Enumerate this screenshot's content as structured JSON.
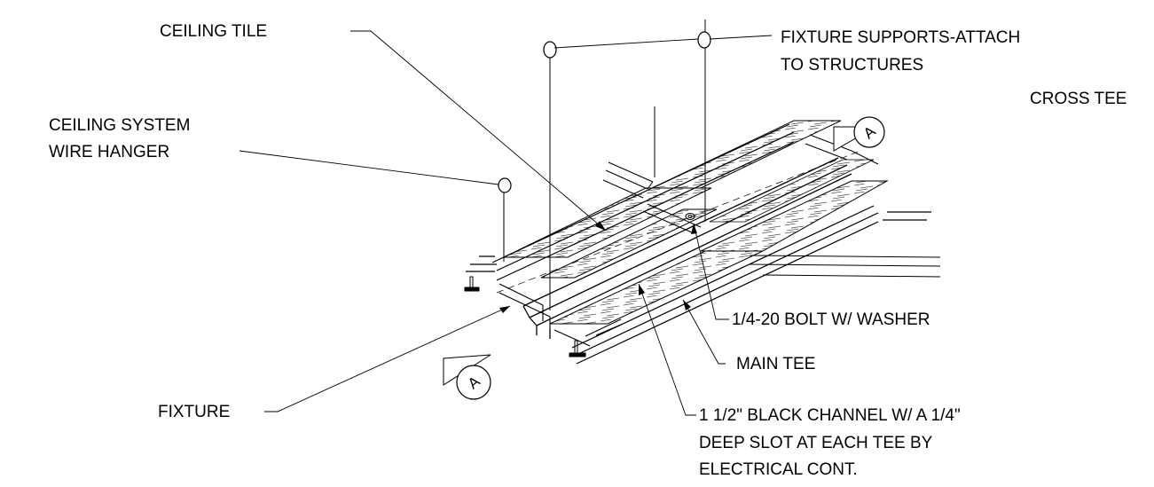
{
  "labels": {
    "ceiling_tile": "CEILING TILE",
    "fixture_supports_line1": "FIXTURE SUPPORTS-ATTACH",
    "fixture_supports_line2": "TO STRUCTURES",
    "cross_tee": "CROSS TEE",
    "wire_hanger_line1": "CEILING SYSTEM",
    "wire_hanger_line2": "WIRE HANGER",
    "bolt": "1/4-20 BOLT W/ WASHER",
    "main_tee": "MAIN TEE",
    "fixture": "FIXTURE",
    "channel_line1": "1 1/2\" BLACK CHANNEL W/ A 1/4\"",
    "channel_line2": "DEEP SLOT AT EACH TEE BY",
    "channel_line3": "ELECTRICAL CONT."
  },
  "section_markers": {
    "top": "A",
    "bottom": "A"
  },
  "colors": {
    "ink": "#000000",
    "tile_hatch": "#555555",
    "background": "#ffffff"
  }
}
